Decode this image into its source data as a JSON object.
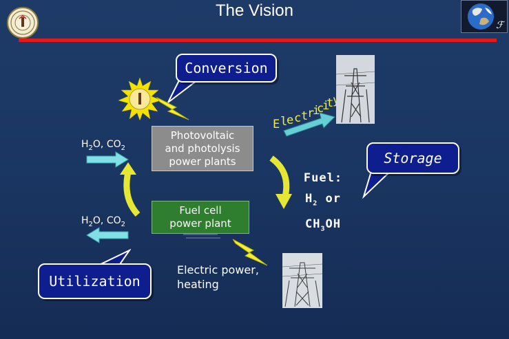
{
  "title": "The Vision",
  "callouts": {
    "conversion": "Conversion",
    "utilization": "Utilization",
    "storage": "Storage"
  },
  "boxes": {
    "pv_line1": "Photovoltaic",
    "pv_line2": "and photolysis",
    "pv_line3": "power plants",
    "fc_line1": "Fuel cell",
    "fc_line2": "power plant"
  },
  "inputs": {
    "top": {
      "h": "H",
      "two": "2",
      "rest": "O, CO",
      "two_b": "2"
    },
    "bottom": {
      "h": "H",
      "two": "2",
      "rest": "O, CO",
      "two_b": "2"
    }
  },
  "electricity_label": [
    "E",
    "l",
    "e",
    "c",
    "t",
    "r",
    "i",
    "c",
    "i",
    "t",
    "y"
  ],
  "electric_power": {
    "line1": "Electric power,",
    "line2": "heating"
  },
  "fuel": {
    "line1": "Fuel:",
    "line2_a": "H",
    "line2_sub": "2",
    "line2_b": " or",
    "line3_a": "CH",
    "line3_sub": "3",
    "line3_b": "OH"
  },
  "colors": {
    "accent_red": "#e01a1a",
    "callout_blue": "#0e1e8f",
    "arrow_cyan": "#7fe0e6",
    "arrow_yellow": "#f3ee3a",
    "fuel_cell_green": "#2f7d2f"
  }
}
